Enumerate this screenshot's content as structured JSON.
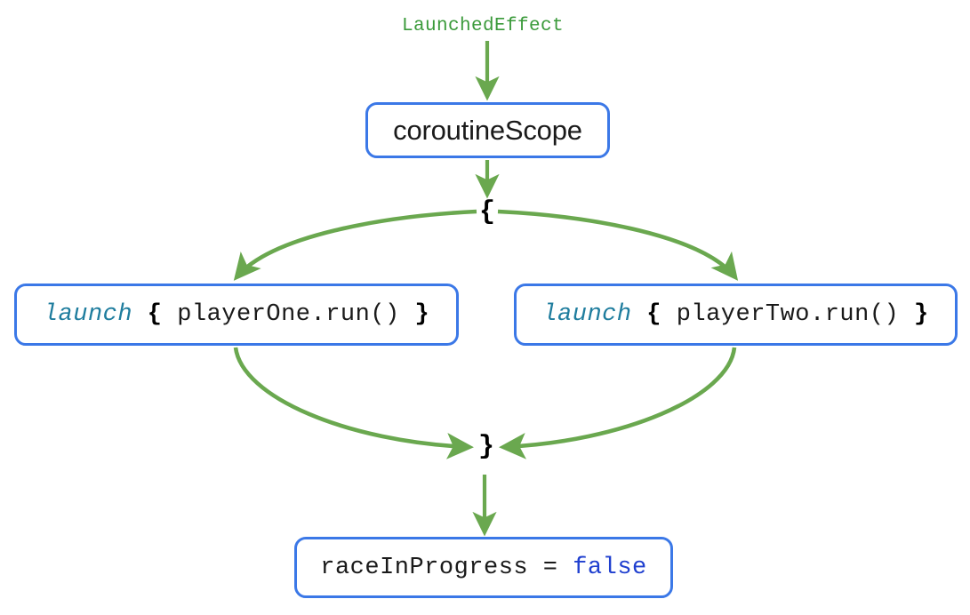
{
  "diagram": {
    "title_label": "LaunchedEffect",
    "colors": {
      "edge_green": "#6aa84f",
      "node_border_blue": "#3b78e7",
      "keyword_function_teal": "#1f7d9e",
      "keyword_literal_blue": "#1f3fcf",
      "label_green": "#3a9a3a",
      "text_black": "#1a1a1a",
      "background": "#ffffff"
    },
    "nodes": {
      "scope": {
        "label": "coroutineScope"
      },
      "brace_open": {
        "label": "{"
      },
      "brace_close": {
        "label": "}"
      },
      "launch_left": {
        "keyword": "launch",
        "brace_open": "{",
        "body": "playerOne.run()",
        "brace_close": "}"
      },
      "launch_right": {
        "keyword": "launch",
        "brace_open": "{",
        "body": "playerTwo.run()",
        "brace_close": "}"
      },
      "result": {
        "expression": "raceInProgress = ",
        "literal": "false"
      }
    }
  }
}
